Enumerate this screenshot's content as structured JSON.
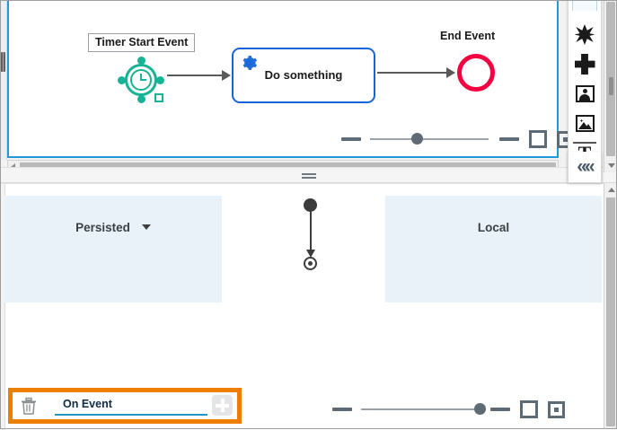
{
  "bpmn_canvas": {
    "start_event": {
      "label": "Timer Start Event",
      "icon": "timer-clock-icon",
      "color": "#16b394",
      "selected": true
    },
    "task": {
      "label": "Do something",
      "icon": "gear-icon",
      "border_color": "#1565d8"
    },
    "end_event": {
      "label": "End Event",
      "color": "#f40041"
    },
    "zoom_controls": {
      "zoom_out_label": "−",
      "zoom_in_label": "+",
      "fit_label": "fit-to-screen",
      "center_label": "center-diagram",
      "slider_position_pct": 40
    }
  },
  "uml_canvas": {
    "regions": [
      {
        "title": "Persisted",
        "has_dropdown": true,
        "fill": "#e9f2f9"
      },
      {
        "title": "Local",
        "has_dropdown": false,
        "fill": "#e9f2f9"
      }
    ],
    "nodes": {
      "initial": "initial-node",
      "final": "final-node"
    },
    "zoom_controls": {
      "zoom_out_label": "−",
      "zoom_in_label": "+",
      "fit_label": "fit-to-screen",
      "center_label": "center-diagram",
      "slider_position_pct": 100
    }
  },
  "event_bar": {
    "highlight_color": "#ef7d00",
    "delete_icon": "trash-icon",
    "value": "On Event",
    "add_icon": "plus-icon",
    "underline_color": "#2196c4"
  },
  "palette": {
    "items": [
      {
        "name": "partial-shape-tool",
        "glyph": ""
      },
      {
        "name": "star-shape-tool",
        "glyph": ""
      },
      {
        "name": "cross-shape-tool",
        "glyph": ""
      },
      {
        "name": "portrait-image-tool",
        "glyph": ""
      },
      {
        "name": "image-tool",
        "glyph": ""
      },
      {
        "name": "text-tool",
        "glyph": "T"
      }
    ],
    "collapse_label": "««"
  }
}
